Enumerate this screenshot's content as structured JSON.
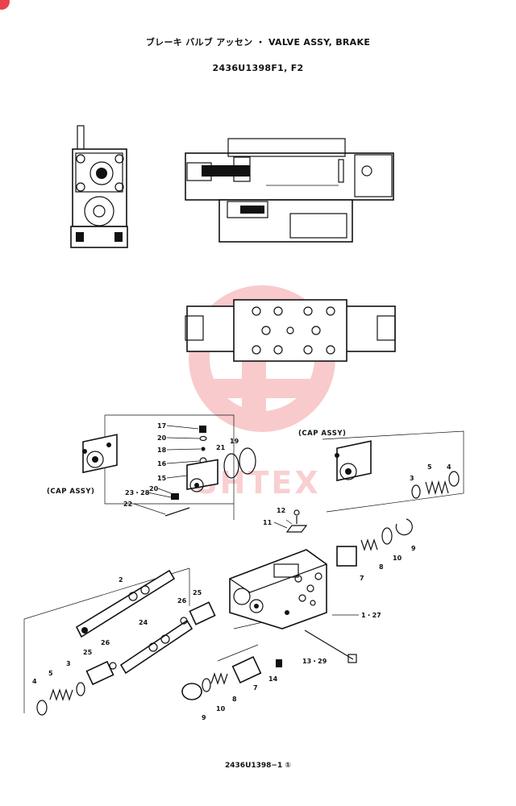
{
  "header": {
    "title": "ブレーキ バルブ アッセン ・ VALVE ASSY, BRAKE",
    "model": "2436U1398F1, F2"
  },
  "footer": {
    "code": "2436U1398−1 ①"
  },
  "watermark": {
    "text": "SHTEX",
    "color": "#e8434a"
  },
  "callouts": {
    "cap_assy_left": "(CAP ASSY)",
    "cap_assy_right": "(CAP ASSY)",
    "p17": "17",
    "p20a": "20",
    "p18": "18",
    "p16": "16",
    "p21": "21",
    "p19": "19",
    "p15": "15",
    "p20b": "20",
    "p23_28": "23・28",
    "p22": "22",
    "p3a": "3",
    "p5a": "5",
    "p4a": "4",
    "p12": "12",
    "p11": "11",
    "p10a": "10",
    "p9a": "9",
    "p8a": "8",
    "p7a": "7",
    "p2": "2",
    "p25a": "25",
    "p26a": "26",
    "p24": "24",
    "p1_27": "1・27",
    "p13_29": "13・29",
    "p14": "14",
    "p26b": "26",
    "p25b": "25",
    "p3b": "3",
    "p5b": "5",
    "p4b": "4",
    "p9b": "9",
    "p10b": "10",
    "p8b": "8",
    "p7b": "7"
  }
}
